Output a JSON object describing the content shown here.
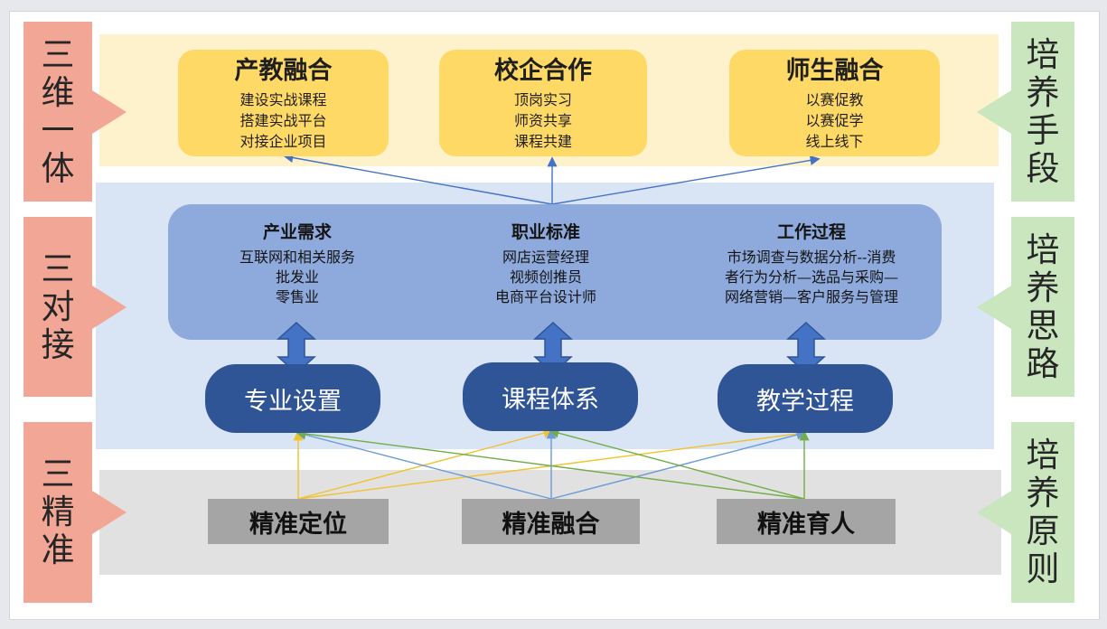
{
  "left_labels": [
    {
      "chars": [
        "三",
        "维",
        "一",
        "体"
      ]
    },
    {
      "chars": [
        "三",
        "对",
        "接"
      ]
    },
    {
      "chars": [
        "三",
        "精",
        "准"
      ]
    }
  ],
  "right_labels": [
    {
      "chars": [
        "培",
        "养",
        "手",
        "段"
      ]
    },
    {
      "chars": [
        "培",
        "养",
        "思",
        "路"
      ]
    },
    {
      "chars": [
        "培",
        "养",
        "原",
        "则"
      ]
    }
  ],
  "top_boxes": [
    {
      "title": "产教融合",
      "lines": [
        "建设实战课程",
        "搭建实战平台",
        "对接企业项目"
      ]
    },
    {
      "title": "校企合作",
      "lines": [
        "顶岗实习",
        "师资共享",
        "课程共建"
      ]
    },
    {
      "title": "师生融合",
      "lines": [
        "以赛促教",
        "以赛促学",
        "线上线下"
      ]
    }
  ],
  "middle_columns": [
    {
      "title": "产业需求",
      "lines": [
        "互联网和相关服务",
        "批发业",
        "零售业"
      ]
    },
    {
      "title": "职业标准",
      "lines": [
        "网店运营经理",
        "视频创推员",
        "电商平台设计师"
      ]
    },
    {
      "title": "工作过程",
      "lines": [
        "市场调查与数据分析--消费",
        "者行为分析—选品与采购—",
        "网络营销—客户服务与管理"
      ]
    }
  ],
  "pills": [
    "专业设置",
    "课程体系",
    "教学过程"
  ],
  "bottom_boxes": [
    "精准定位",
    "精准融合",
    "精准育人"
  ],
  "colors": {
    "left_label": "#f2a796",
    "right_label": "#c9e6bf",
    "top_band": "#fef2cc",
    "top_box": "#ffd965",
    "mid_band": "#d9e4f5",
    "mid_panel": "#8eaadc",
    "pill": "#2f5597",
    "bottom_band": "#e2e1e1",
    "bottom_box": "#a5a5a5",
    "line_yellow": "#f2c12e",
    "line_blue": "#6a9bd8",
    "line_green": "#70ad47",
    "arrow_blue": "#4472c4"
  },
  "icons": {
    "left_arrow": "arrow-right-icon",
    "right_arrow": "arrow-left-icon",
    "connector": "double-arrow-icon"
  }
}
